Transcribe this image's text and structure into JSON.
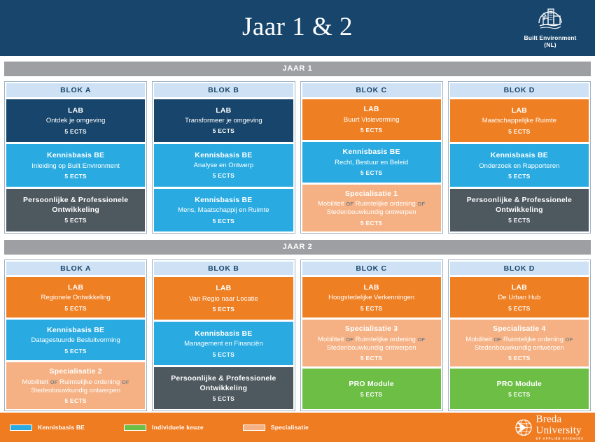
{
  "header": {
    "title": "Jaar 1 & 2",
    "logo_line1": "Built Environment",
    "logo_line2": "(NL)",
    "background_color": "#17456b"
  },
  "labels": {
    "ects": "5 ECTS",
    "of": "OF"
  },
  "years": [
    {
      "bar_label": "JAAR 1",
      "blocks": [
        {
          "header": "BLOK A",
          "cards": [
            {
              "variant": "lab-navy",
              "title": "LAB",
              "subtitle": "Ontdek je omgeving",
              "ects": "5 ECTS"
            },
            {
              "variant": "kennis",
              "title": "Kennisbasis BE",
              "subtitle": "Inleiding op Built Environment",
              "ects": "5 ECTS"
            },
            {
              "variant": "ppo",
              "title": "Persoonlijke & Professionele Ontwikkeling",
              "subtitle": "",
              "ects": "5 ECTS"
            }
          ]
        },
        {
          "header": "BLOK B",
          "cards": [
            {
              "variant": "lab-navy",
              "title": "LAB",
              "subtitle": "Transformeer je omgeving",
              "ects": "5 ECTS"
            },
            {
              "variant": "kennis",
              "title": "Kennisbasis BE",
              "subtitle": "Analyse en Ontwerp",
              "ects": "5 ECTS"
            },
            {
              "variant": "kennis",
              "title": "Kennisbasis BE",
              "subtitle": "Mens, Maatschappij en Ruimte",
              "ects": "5 ECTS"
            }
          ]
        },
        {
          "header": "BLOK C",
          "cards": [
            {
              "variant": "lab-orange",
              "title": "LAB",
              "subtitle": "Buurt Visievorming",
              "ects": "5 ECTS"
            },
            {
              "variant": "kennis",
              "title": "Kennisbasis BE",
              "subtitle": "Recht, Bestuur en Beleid",
              "ects": "5 ECTS"
            },
            {
              "variant": "spec",
              "title": "Specialisatie 1",
              "subtitle_parts": [
                "Mobiliteit",
                "OF",
                "Ruimtelijke ordening",
                "OF",
                "Stedenbouwkundig ontwerpen"
              ],
              "ects": "5 ECTS"
            }
          ]
        },
        {
          "header": "BLOK D",
          "cards": [
            {
              "variant": "lab-orange",
              "title": "LAB",
              "subtitle": "Maatschappelijke Ruimte",
              "ects": "5 ECTS"
            },
            {
              "variant": "kennis",
              "title": "Kennisbasis BE",
              "subtitle": "Onderzoek en Rapporteren",
              "ects": "5 ECTS"
            },
            {
              "variant": "ppo",
              "title": "Persoonlijke & Professionele Ontwikkeling",
              "subtitle": "",
              "ects": "5 ECTS"
            }
          ]
        }
      ]
    },
    {
      "bar_label": "JAAR 2",
      "blocks": [
        {
          "header": "BLOK A",
          "cards": [
            {
              "variant": "lab-orange",
              "title": "LAB",
              "subtitle": "Regionele Ontwikkeling",
              "ects": "5 ECTS"
            },
            {
              "variant": "kennis",
              "title": "Kennisbasis BE",
              "subtitle": "Datagestuurde Besluitvorming",
              "ects": "5 ECTS"
            },
            {
              "variant": "spec",
              "title": "Specialisatie 2",
              "subtitle_parts": [
                "Mobiliteit",
                "OF",
                "Ruimtelijke ordening",
                "OF",
                "Stedenbouwkundig ontwerpen"
              ],
              "ects": "5 ECTS"
            }
          ]
        },
        {
          "header": "BLOK B",
          "cards": [
            {
              "variant": "lab-orange",
              "title": "LAB",
              "subtitle": "Van Regio naar Locatie",
              "ects": "5 ECTS"
            },
            {
              "variant": "kennis",
              "title": "Kennisbasis BE",
              "subtitle": "Management en Financiën",
              "ects": "5 ECTS"
            },
            {
              "variant": "ppo",
              "title": "Persoonlijke & Professionele Ontwikkeling",
              "subtitle": "",
              "ects": "5 ECTS"
            }
          ]
        },
        {
          "header": "BLOK C",
          "cards": [
            {
              "variant": "lab-orange",
              "title": "LAB",
              "subtitle": "Hoogstedelijke Verkenningen",
              "ects": "5 ECTS"
            },
            {
              "variant": "spec",
              "title": "Specialisatie 3",
              "subtitle_parts": [
                "Mobiliteit",
                "OF",
                "Ruimtelijke ordening",
                "OF",
                "Stedenbouwkundig ontwerpen"
              ],
              "ects": "5 ECTS"
            },
            {
              "variant": "pro",
              "title": "PRO Module",
              "subtitle": "",
              "ects": "5 ECTS"
            }
          ]
        },
        {
          "header": "BLOK D",
          "cards": [
            {
              "variant": "lab-orange",
              "title": "LAB",
              "subtitle": "De Urban Hub",
              "ects": "5 ECTS"
            },
            {
              "variant": "spec",
              "title": "Specialisatie 4",
              "subtitle_parts": [
                "Mobiliteit",
                "OF",
                "Ruimtelijke ordening",
                "OF",
                "Stedenbouwkundig ontwerpen"
              ],
              "ects": "5 ECTS"
            },
            {
              "variant": "pro",
              "title": "PRO Module",
              "subtitle": "",
              "ects": "5 ECTS"
            }
          ]
        }
      ]
    }
  ],
  "footer": {
    "background_color": "#f07c22",
    "legend": [
      {
        "label": "Kennisbasis BE",
        "color": "#29abe2"
      },
      {
        "label": "Individuele keuze",
        "color": "#6cbe45"
      },
      {
        "label": "Specialisatie",
        "color": "#f5b183"
      }
    ],
    "university_line1": "Breda",
    "university_line2": "University",
    "university_line3": "OF APPLIED SCIENCES"
  },
  "colors": {
    "navy": "#17456b",
    "orange": "#ef7f23",
    "light_blue": "#29abe2",
    "block_header": "#cfe2f5",
    "gray_bar": "#9d9fa2",
    "ppo_gray": "#4d585f",
    "peach": "#f5b183",
    "green": "#6cbe45"
  }
}
